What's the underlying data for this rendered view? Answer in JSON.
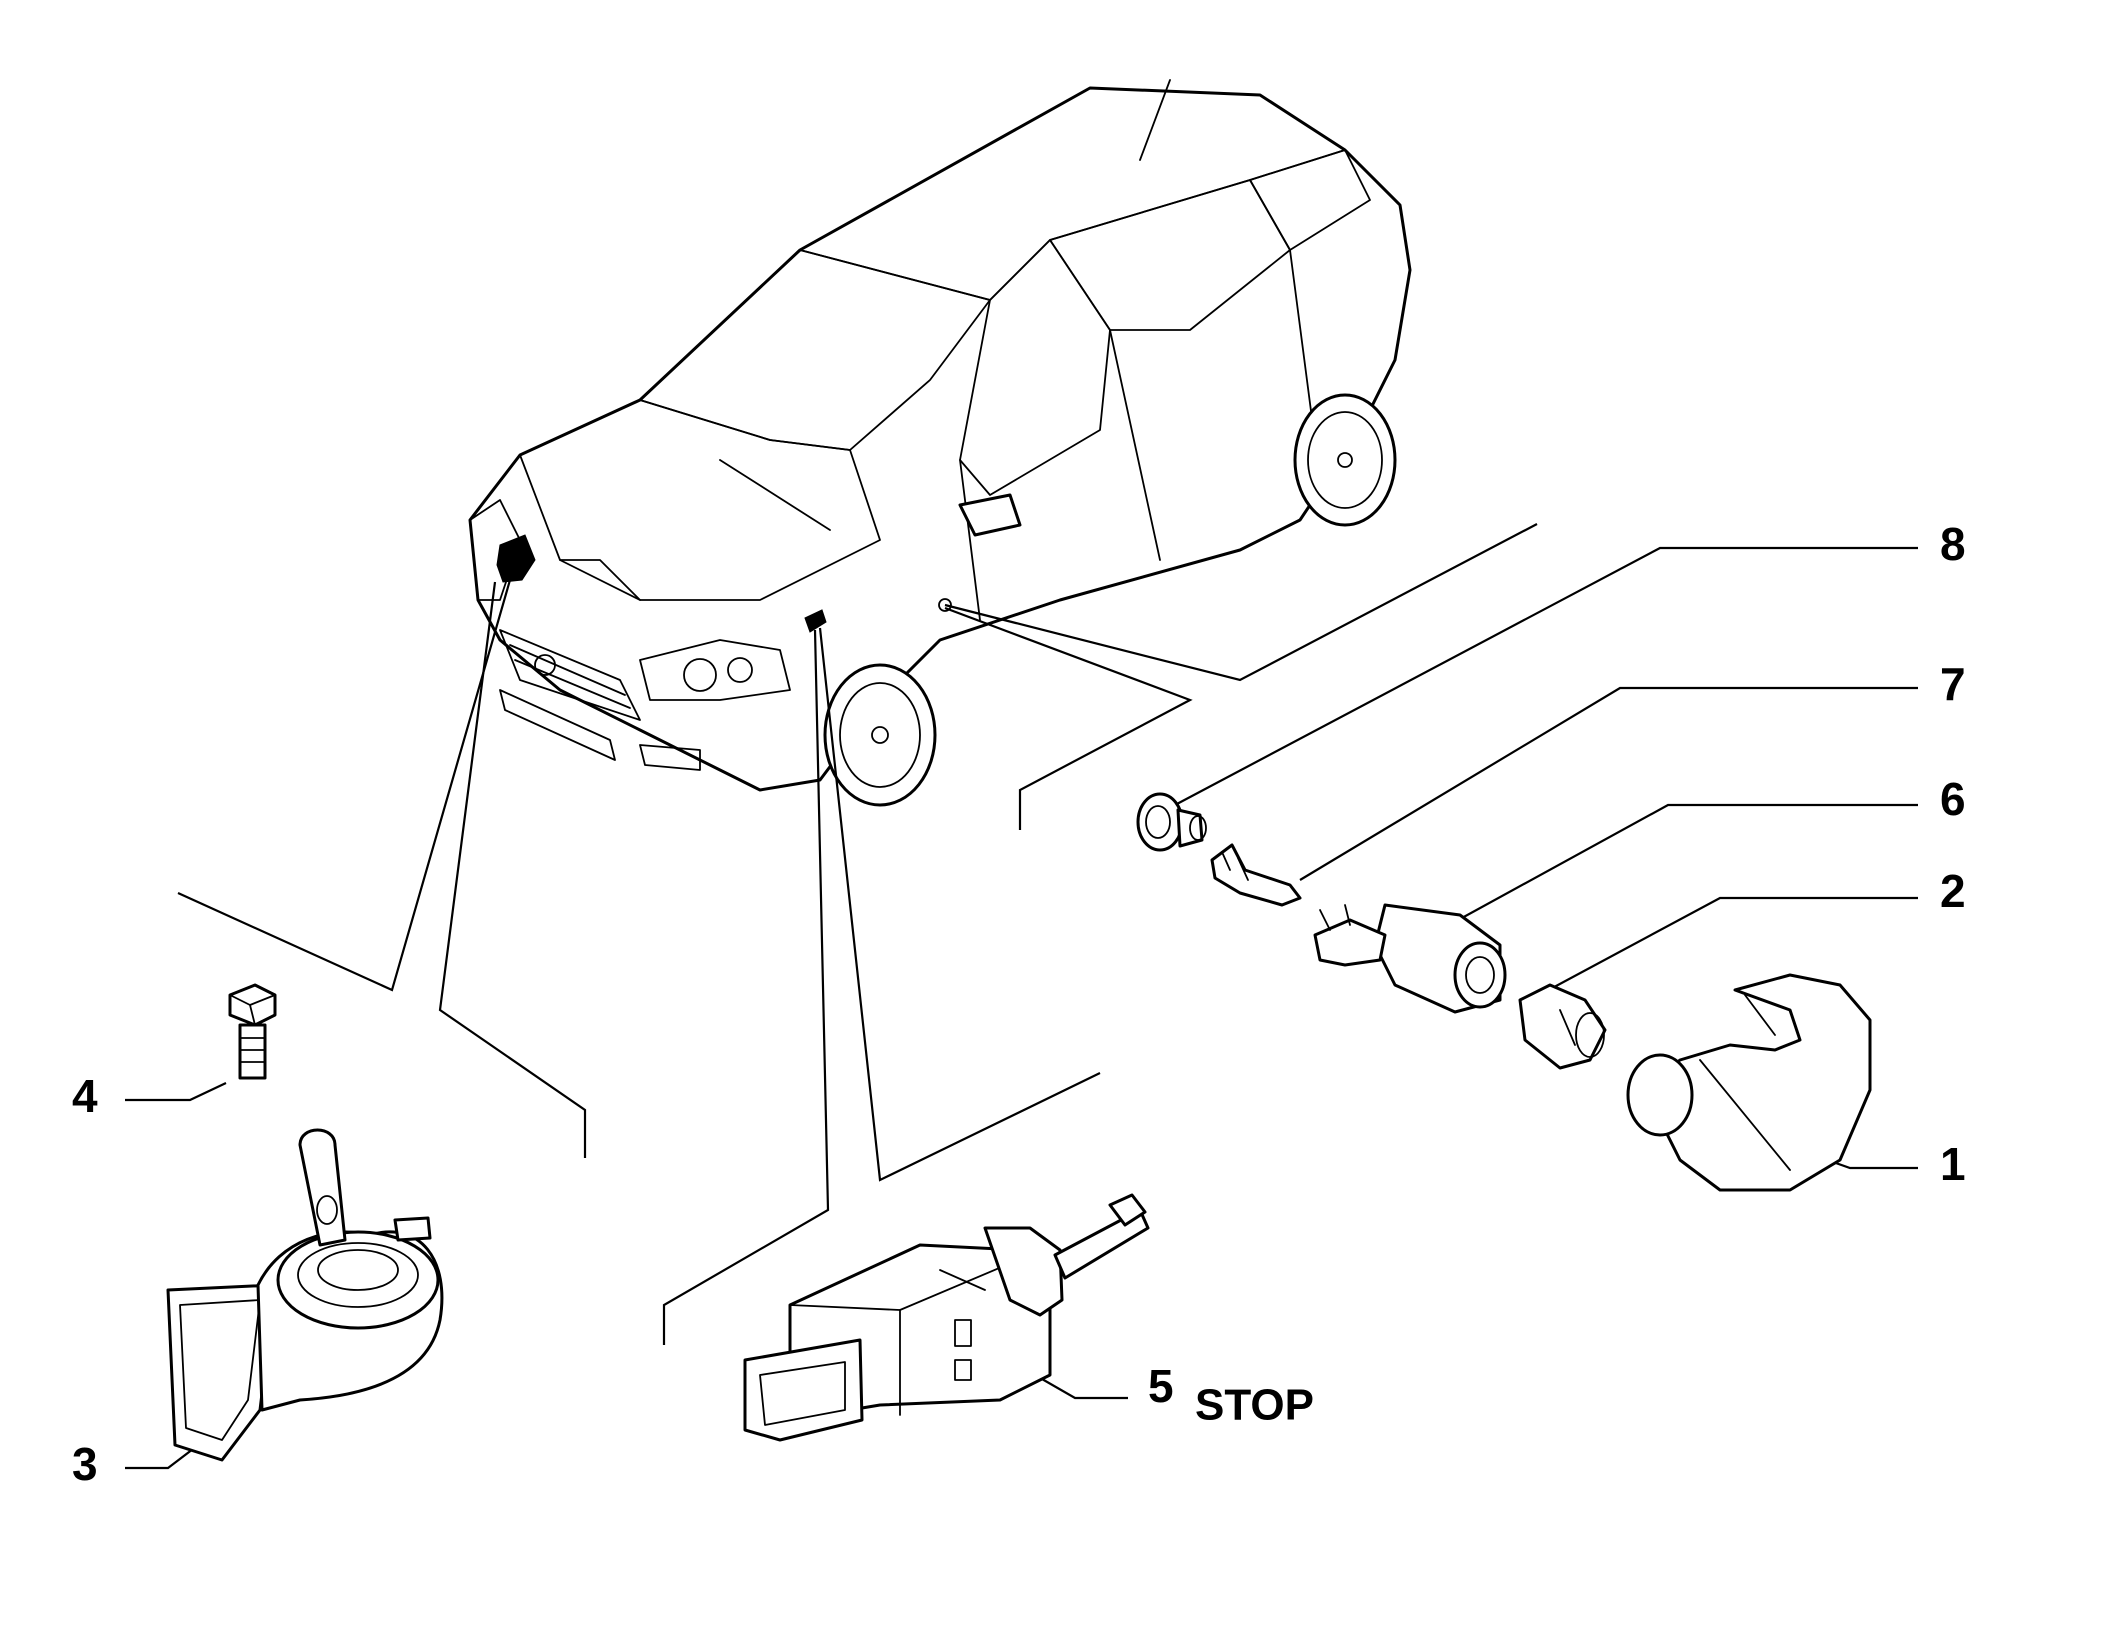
{
  "diagram": {
    "callouts": {
      "c1": "1",
      "c2": "2",
      "c3": "3",
      "c4": "4",
      "c5": "5",
      "c6": "6",
      "c7": "7",
      "c8": "8",
      "stop": "STOP"
    }
  }
}
